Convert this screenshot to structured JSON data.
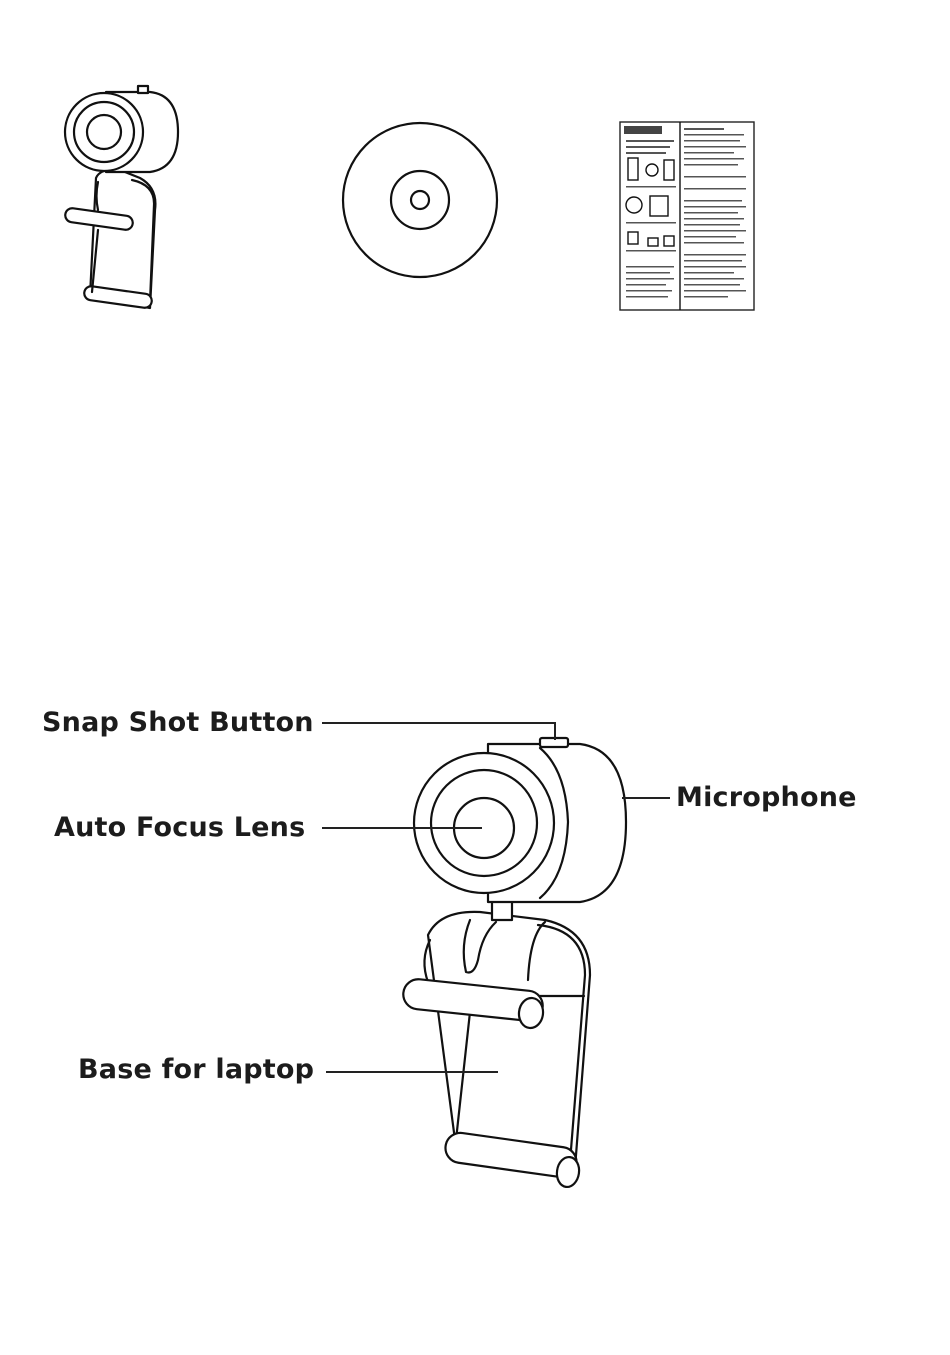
{
  "callouts": {
    "snap_shot_button": "Snap Shot Button",
    "auto_focus_lens": "Auto Focus Lens",
    "microphone": "Microphone",
    "base_for_laptop": "Base for laptop"
  },
  "package_contents": [
    {
      "item": "webcam",
      "icon": "webcam-icon"
    },
    {
      "item": "cd",
      "icon": "cd-disc-icon"
    },
    {
      "item": "manual",
      "icon": "manual-leaflet-icon"
    }
  ],
  "colors": {
    "line": "#111111",
    "background": "#ffffff"
  }
}
